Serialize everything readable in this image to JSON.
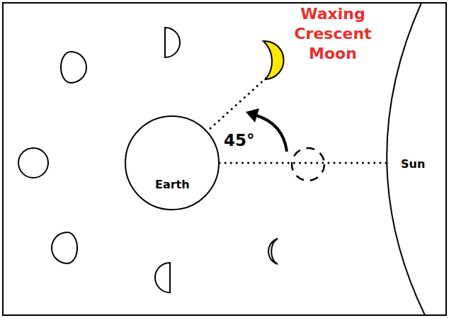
{
  "diagram": {
    "nodes": [
      {
        "text": [
          "Earth"
        ]
      },
      {
        "text": [
          "Sun"
        ]
      }
    ],
    "edges": [
      {
        "from": 0,
        "to": 1,
        "arrow": "none"
      }
    ],
    "labels": [
      "Waxing Crescent Moon",
      "45°"
    ]
  }
}
